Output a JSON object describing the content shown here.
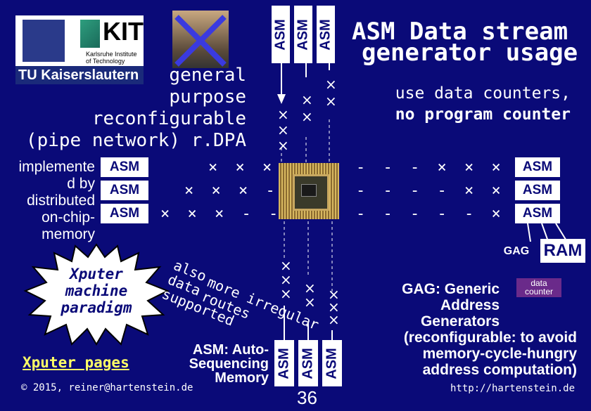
{
  "logos": {
    "kit_name": "KIT",
    "kit_sub1": "Karlsruhe Institute",
    "kit_sub2": "of Technology",
    "tu_name": "TU Kaiserslautern"
  },
  "title": {
    "line1": "ASM Data stream",
    "line2": "generator usage"
  },
  "asm_label": "ASM",
  "top_left_text": [
    "general",
    "purpose",
    "reconfigurable",
    "(pipe network)  r.DPA"
  ],
  "use_counters": [
    "use data counters,",
    "no program counter"
  ],
  "left_labels": [
    "implemente",
    "d by",
    "distributed",
    "on-chip-",
    "memory"
  ],
  "starburst": [
    "Xputer",
    "machine",
    "paradigm"
  ],
  "xputer_pages": "Xputer pages",
  "copyright": "© 2015, reiner@hartenstein.de",
  "also_text": [
    "also",
    "data",
    "supported"
  ],
  "also_tail": [
    "more irregular",
    "routes"
  ],
  "asm_auto": [
    "ASM: Auto-",
    "Sequencing",
    "Memory"
  ],
  "page_number": "36",
  "gag_label": "GAG",
  "ram_label": "RAM",
  "data_counter": [
    "data",
    "counter"
  ],
  "gag_text": [
    "GAG: Generic",
    "Address",
    "Generators",
    "(reconfigurable: to avoid",
    "memory-cycle-hungry",
    "address computation)"
  ],
  "url": "http://hartenstein.de",
  "colors": {
    "background": "#0a0a78",
    "accent": "#ffff66",
    "ram_bg": "#6a2a8a"
  }
}
